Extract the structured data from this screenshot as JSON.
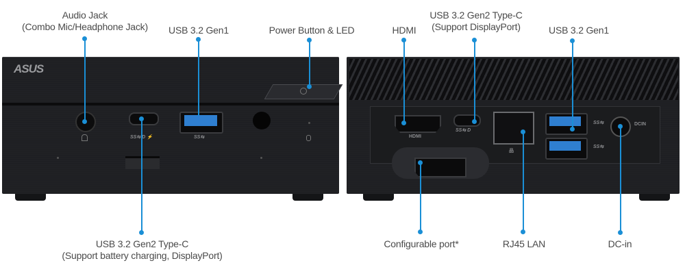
{
  "figure": {
    "title": "ASUS Mini PC front and rear I/O ports",
    "brand_logo": "ASUS",
    "accent_color": "#1a8fd6",
    "text_color": "#4a4a4a",
    "device_color": "#1f2023"
  },
  "front": {
    "callouts_top": [
      {
        "id": "audio-jack",
        "line1": "Audio Jack",
        "line2": "(Combo Mic/Headphone Jack)"
      },
      {
        "id": "usb-gen1-front",
        "line1": "USB 3.2 Gen1"
      },
      {
        "id": "power-button",
        "line1": "Power Button & LED"
      }
    ],
    "callouts_bottom": [
      {
        "id": "usb-c-front",
        "line1": "USB 3.2 Gen2 Type-C",
        "line2": "(Support battery charging, DisplayPort)"
      }
    ],
    "port_glyphs": {
      "usb_c": "SS⇆ D ⚡",
      "usb_a": "SS⇆",
      "hdd": "⌀"
    }
  },
  "rear": {
    "callouts_top": [
      {
        "id": "hdmi",
        "line1": "HDMI"
      },
      {
        "id": "usb-c-rear",
        "line1": "USB 3.2 Gen2 Type-C",
        "line2": "(Support DisplayPort)"
      },
      {
        "id": "usb-gen1-rear",
        "line1": "USB 3.2 Gen1"
      }
    ],
    "callouts_bottom": [
      {
        "id": "configurable-port",
        "line1": "Configurable port*"
      },
      {
        "id": "rj45",
        "line1": "RJ45 LAN"
      },
      {
        "id": "dc-in",
        "line1": "DC-in"
      }
    ],
    "port_glyphs": {
      "hdmi": "HDMI",
      "usb_c": "SS⇆ D",
      "usb_a": "SS⇆",
      "dcin": "DCIN",
      "lan": "品"
    }
  }
}
